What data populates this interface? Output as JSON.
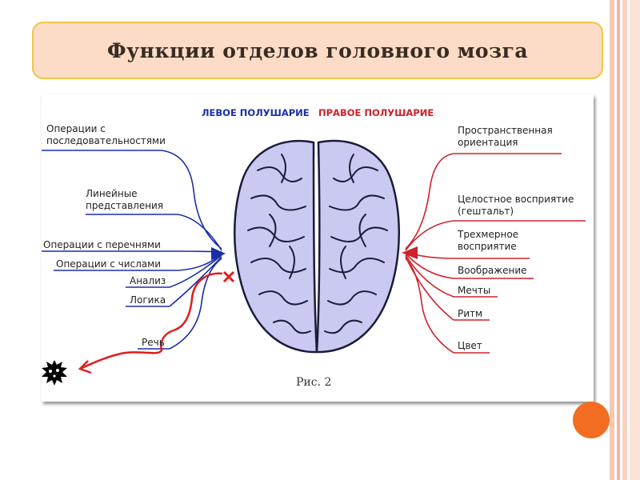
{
  "slide": {
    "title": "Функции отделов головного мозга",
    "colors": {
      "title_bg": "#fcdcc6",
      "title_border": "#f2c54a",
      "left_lines": "#1a2ea8",
      "right_lines": "#d0202a",
      "brain": "#c9c9f2",
      "accent_circle": "#f26d21"
    }
  },
  "diagram": {
    "left_header": "ЛЕВОЕ ПОЛУШАРИЕ",
    "right_header": "ПРАВОЕ ПОЛУШАРИЕ",
    "left_functions": [
      "Операции с последовательностями",
      "Линейные представления",
      "Операции с перечнями",
      "Операции с числами",
      "Анализ",
      "Логика",
      "Речь"
    ],
    "right_functions": [
      "Пространственная ориентация",
      "Целостное восприятие (гештальт)",
      "Трехмерное восприятие",
      "Воображение",
      "Мечты",
      "Ритм",
      "Цвет"
    ],
    "caption": "Рис. 2",
    "annotation_mark": "x"
  }
}
